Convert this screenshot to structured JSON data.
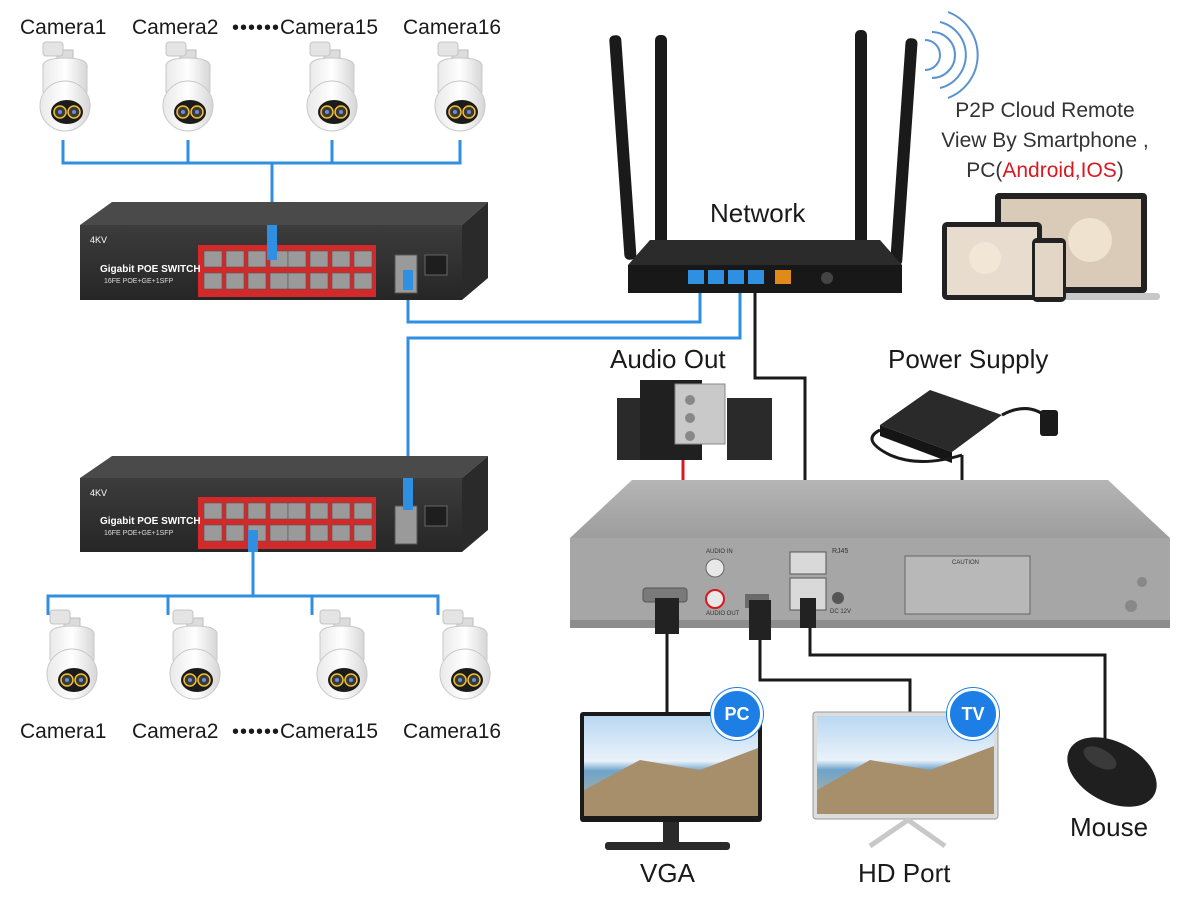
{
  "cameras_top": [
    "Camera1",
    "Camera2",
    "Camera15",
    "Camera16"
  ],
  "cameras_bottom": [
    "Camera1",
    "Camera2",
    "Camera15",
    "Camera16"
  ],
  "ellipsis": "••••••",
  "switch": {
    "brand": "4KV",
    "title": "Gigabit POE SWITCH",
    "subtitle": "16FE POE+GE+1SFP"
  },
  "labels": {
    "network": "Network",
    "audio_out": "Audio Out",
    "power_supply": "Power Supply",
    "vga": "VGA",
    "hd_port": "HD Port",
    "mouse": "Mouse",
    "pc_badge": "PC",
    "tv_badge": "TV"
  },
  "p2p": {
    "line1": "P2P Cloud Remote",
    "line2": "View By Smartphone ,",
    "line3_prefix": "PC(",
    "android": "Android",
    "comma": ",",
    "ios": "IOS",
    "line3_suffix": ")"
  },
  "nvr": {
    "audio_in": "AUDIO IN",
    "audio_out": "AUDIO OUT",
    "rj45": "RJ45",
    "dc": "DC 12V",
    "caution": "CAUTION"
  },
  "colors": {
    "cable_blue": "#2f8fe0",
    "cable_black": "#1a1a1a",
    "cable_red": "#d71920",
    "port_red": "#d22a2a",
    "badge_blue": "#1d7ee6",
    "accent_red": "#d71920"
  }
}
